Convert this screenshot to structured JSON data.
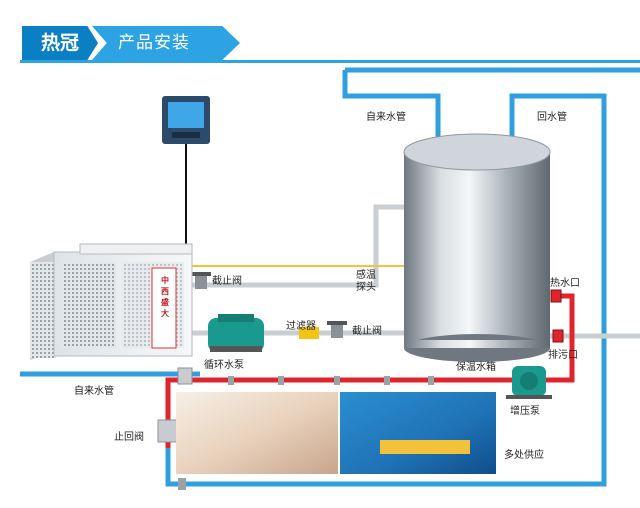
{
  "header": {
    "brand": "热冠",
    "section_title": "产品安装"
  },
  "labels": {
    "tap_water_top": "自来水管",
    "return_pipe": "回水管",
    "stop_valve_upper": "截止阀",
    "temp_probe": "感温\n探头",
    "filter": "过滤器",
    "stop_valve_lower": "截止阀",
    "circulation_pump": "循环水泵",
    "insulated_tank": "保温水箱",
    "hot_water_outlet": "热水口",
    "drain_outlet": "排污口",
    "booster_pump": "增压泵",
    "tap_water_left": "自来水管",
    "check_valve": "止回阀",
    "multi_supply": "多处供应"
  },
  "unit": {
    "brand_label": "中西盛大"
  },
  "colors": {
    "brand_dark": "#0a7fc4",
    "brand_light": "#2da3e3",
    "cold_pipe": "#2f9fe0",
    "hot_pipe": "#e0242b",
    "grey_pipe": "#c9ced3",
    "pump": "#1a9a8e",
    "tank": "#a9b2ba"
  }
}
